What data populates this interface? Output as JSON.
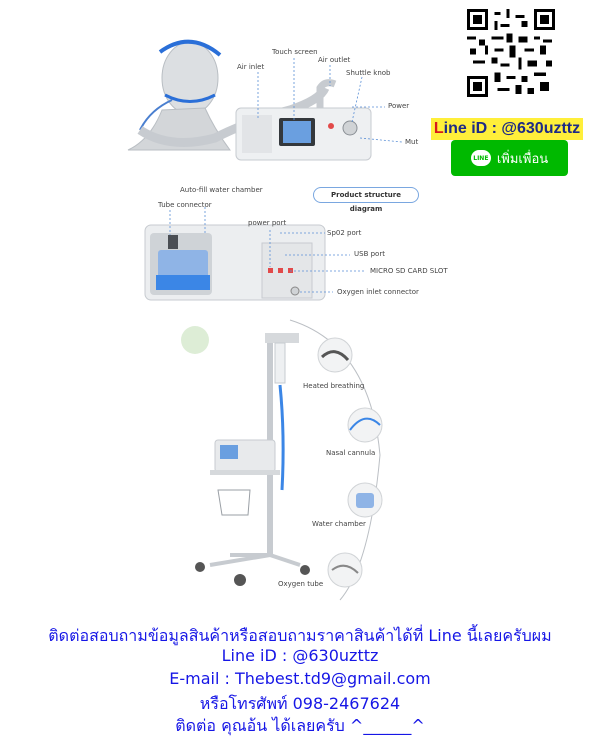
{
  "labels": {
    "touch_screen": "Touch screen",
    "air_inlet": "Air inlet",
    "air_outlet": "Air outlet",
    "shuttle_knob": "Shuttle knob",
    "power": "Power",
    "mute": "Mut",
    "auto_fill": "Auto-fill water chamber",
    "structure_title": "Product structure diagram",
    "tube_connector": "Tube connector",
    "power_port": "power port",
    "spo2_port": "Sp02 port",
    "usb_port": "USB port",
    "micro_sd": "MICRO SD CARD SLOT",
    "oxygen_inlet": "Oxygen inlet connector",
    "heated_breathing": "Heated breathing",
    "nasal_cannula": "Nasal cannula",
    "water_chamber": "Water chamber",
    "oxygen_tube": "Oxygen tube"
  },
  "line_box": {
    "first_letter": "L",
    "rest": "ine iD : @630uzttz"
  },
  "line_button": {
    "badge": "LINE",
    "label": "เพิ่มเพื่อน"
  },
  "contact": {
    "line1": "ติดต่อสอบถามข้อมูลสินค้าหรือสอบถามราคาสินค้าได้ที่ Line นี้เลยครับผม",
    "line2": "Line iD : @630uzttz",
    "line3": "E-mail :  Thebest.td9@gmail.com",
    "line4": "หรือโทรศัพท์ 098-2467624",
    "line5": "ติดต่อ คุณอ้น ได้เลยครับ ^______^"
  },
  "colors": {
    "line_green": "#00b900",
    "line_yellow": "#ffef3a",
    "text_blue": "#1616e6",
    "accent_blue": "#5a8fd6"
  }
}
